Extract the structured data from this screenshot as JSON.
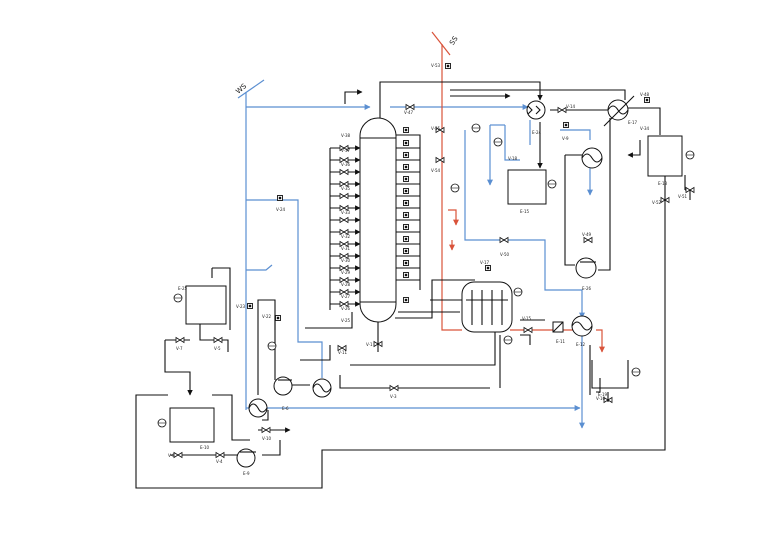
{
  "utility_labels": {
    "ws": "WS",
    "ss": "SS"
  },
  "equipment": {
    "e6": "E-6",
    "e9": "E-9",
    "e10": "E-10",
    "e11": "E-11",
    "e12": "E-12",
    "e15": "E-15",
    "e16": "E-16",
    "e17": "E-17",
    "e18": "E-18",
    "e19": "E-19",
    "e24": "E-24",
    "e25": "E-25",
    "e26": "E-26"
  },
  "valves": {
    "v1": "V-1",
    "v3": "V-3",
    "v4": "V-4",
    "v5": "V-5",
    "v6": "V-6",
    "v7": "V-7",
    "v9": "V-9",
    "v10": "V-10",
    "v11": "V-11",
    "v14": "V-14",
    "v15": "V-15",
    "v16": "V-16",
    "v17": "V-17",
    "v18": "V-18",
    "v22": "V-22",
    "v23": "V-23",
    "v24": "V-24",
    "v25": "V-25",
    "v26": "V-26",
    "v27": "V-27",
    "v28": "V-28",
    "v29": "V-29",
    "v30": "V-30",
    "v31": "V-31",
    "v32": "V-32",
    "v33": "V-33",
    "v34": "V-34",
    "v35": "V-35",
    "v36": "V-36",
    "v37": "V-37",
    "v38": "V-38",
    "v47": "V-47",
    "v48": "V-48",
    "v49": "V-49",
    "v50": "V-50",
    "v51": "V-51",
    "v52": "V-52",
    "v53": "V-53",
    "v54": "V-54",
    "v55": "V-55"
  },
  "colors": {
    "process_line": "#111111",
    "water_line": "#5b8fd1",
    "steam_line": "#d9533a"
  },
  "icons": [
    "valve-icon",
    "pump-icon",
    "heat-exchanger-icon",
    "column-icon",
    "tank-icon",
    "gauge-icon",
    "control-valve-icon"
  ]
}
